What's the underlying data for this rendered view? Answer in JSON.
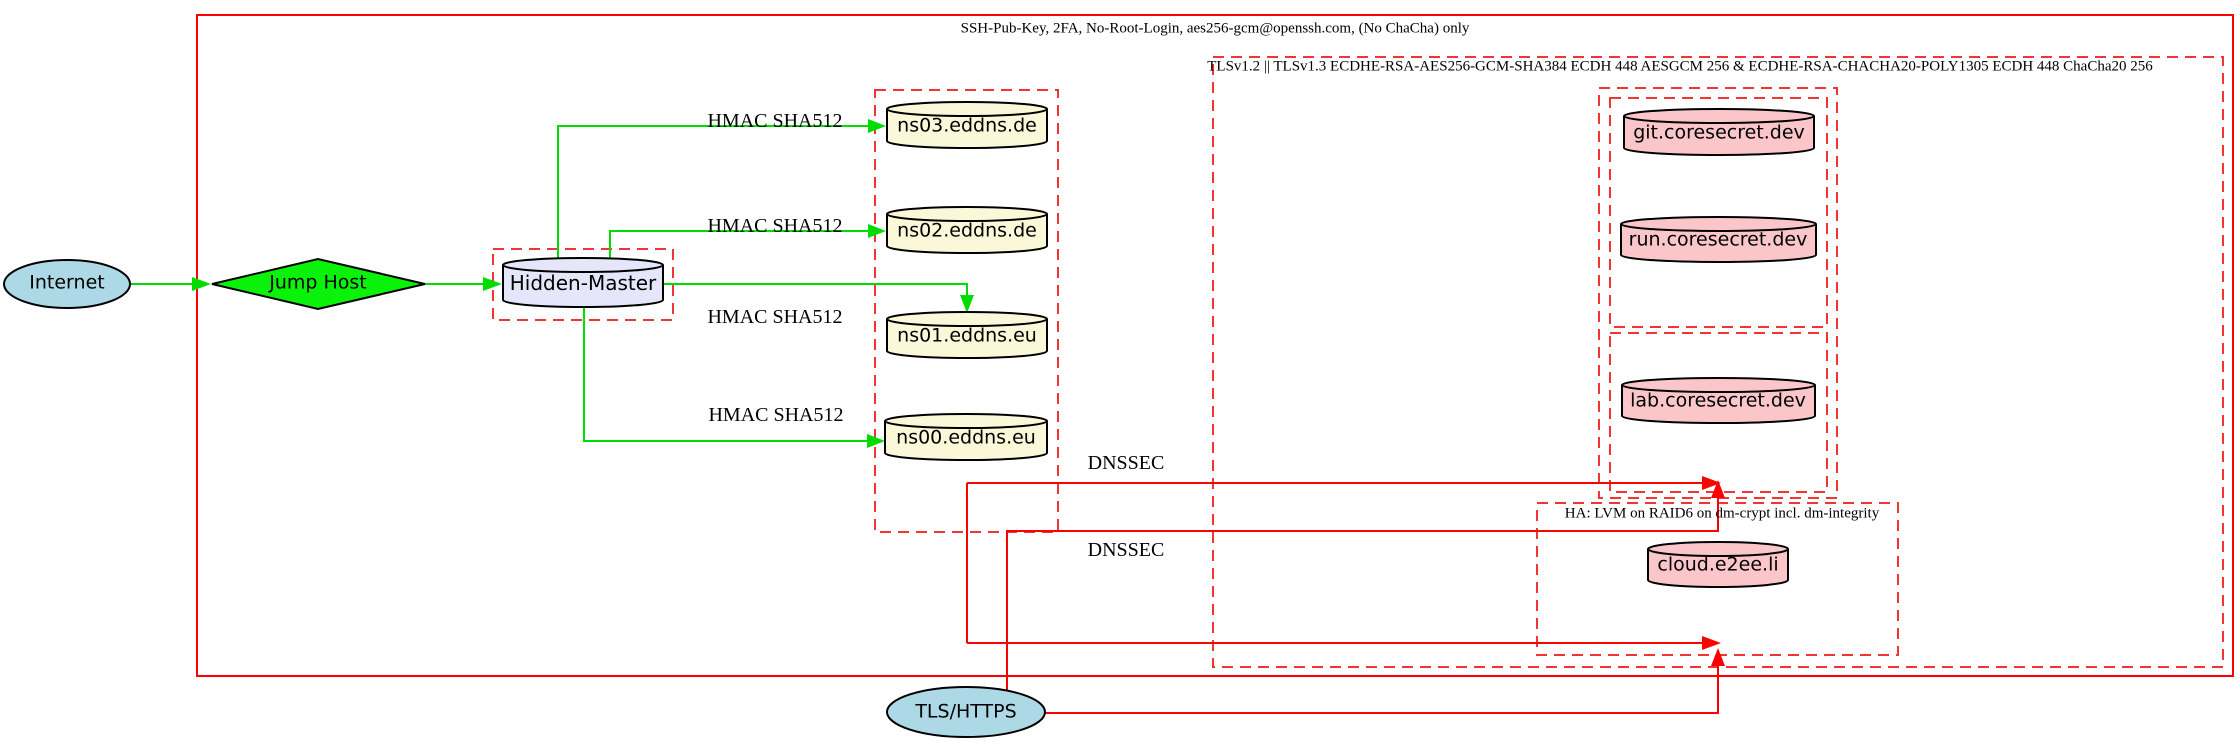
{
  "clusters": {
    "ssh_label": "SSH-Pub-Key, 2FA, No-Root-Login, aes256-gcm@openssh.com, (No ChaCha) only",
    "tls_label": "TLSv1.2 || TLSv1.3 ECDHE-RSA-AES256-GCM-SHA384 ECDH 448 AESGCM 256 & ECDHE-RSA-CHACHA20-POLY1305 ECDH 448 ChaCha20 256",
    "ha_label": "HA: LVM on RAID6 on dm-crypt incl. dm-integrity"
  },
  "nodes": {
    "internet": "Internet",
    "jump_host": "Jump Host",
    "hidden_master": "Hidden-Master",
    "ns03": "ns03.eddns.de",
    "ns02": "ns02.eddns.de",
    "ns01": "ns01.eddns.eu",
    "ns00": "ns00.eddns.eu",
    "git": "git.coresecret.dev",
    "run": "run.coresecret.dev",
    "lab": "lab.coresecret.dev",
    "cloud": "cloud.e2ee.li",
    "tls_https": "TLS/HTTPS"
  },
  "edge_labels": {
    "hmac_ns03": "HMAC SHA512",
    "hmac_ns02": "HMAC SHA512",
    "hmac_ns01": "HMAC SHA512",
    "hmac_ns00": "HMAC SHA512",
    "dnssec_top": "DNSSEC",
    "dnssec_bottom": "DNSSEC"
  },
  "colors": {
    "edge_green": "#00dc00",
    "edge_red": "#ff0000",
    "solid_box_red": "#ff0000",
    "dashed_box_red": "#f03535",
    "node_lightblue": "#add8e6",
    "node_green": "#0af20a",
    "node_lavender": "#e6e6fa",
    "node_cream": "#fbf8d9",
    "node_pink": "#fbc6ca",
    "node_stroke": "#000000"
  }
}
